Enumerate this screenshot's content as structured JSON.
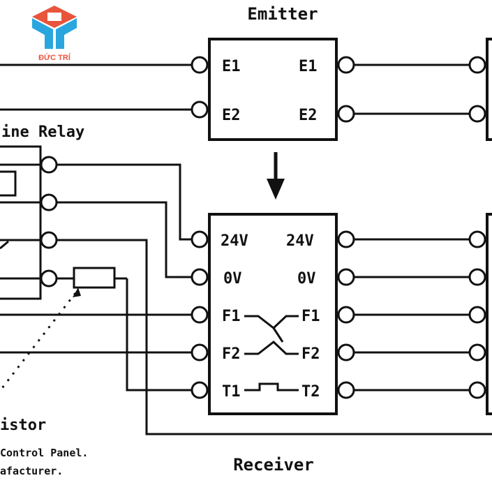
{
  "logo": {
    "text": "ĐỨC TRÍ",
    "colors": {
      "top": "#e8553c",
      "bottom": "#2aa6df"
    }
  },
  "labels": {
    "emitter": "Emitter",
    "line_relay": "ine Relay",
    "receiver": "Receiver",
    "thermistor": "istor",
    "note_line1": "Control Panel.",
    "note_line2": "afacturer."
  },
  "emitter_terminals": {
    "left": [
      "E1",
      "E2"
    ],
    "right": [
      "E1",
      "E2"
    ]
  },
  "receiver_terminals": {
    "left": [
      "24V",
      "0V",
      "F1",
      "F2",
      "T1"
    ],
    "right": [
      "24V",
      "0V",
      "F1",
      "F2",
      "T2"
    ]
  }
}
